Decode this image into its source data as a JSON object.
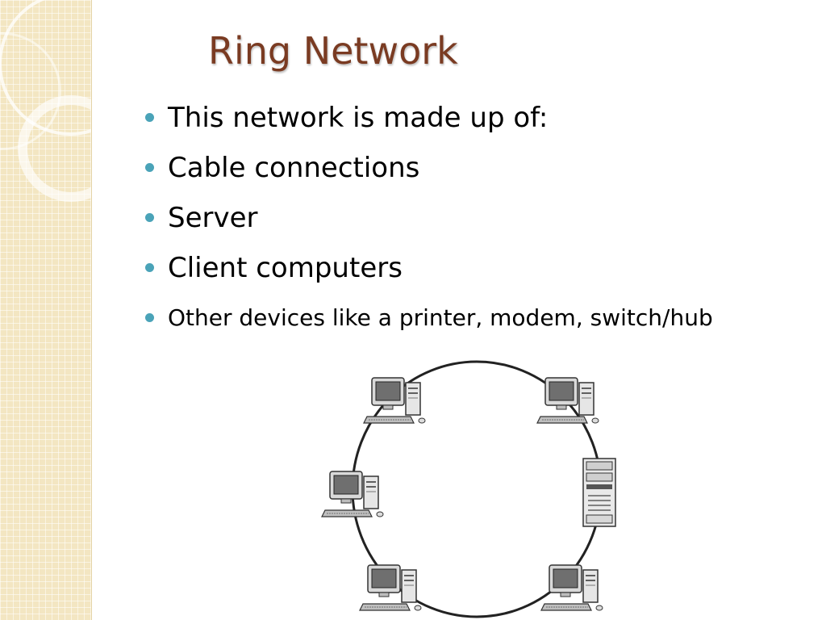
{
  "slide": {
    "title": "Ring Network",
    "bullets": [
      "This network is made up of:",
      "Cable connections",
      "Server",
      "Client computers",
      "Other devices like a printer, modem, switch/hub"
    ]
  },
  "diagram": {
    "nodes": [
      {
        "type": "computer"
      },
      {
        "type": "computer"
      },
      {
        "type": "computer"
      },
      {
        "type": "server"
      },
      {
        "type": "computer"
      },
      {
        "type": "computer"
      }
    ]
  },
  "colors": {
    "title": "#7a3b22",
    "bullet": "#4aa3b8",
    "sidebar": "#f3e6c2"
  }
}
